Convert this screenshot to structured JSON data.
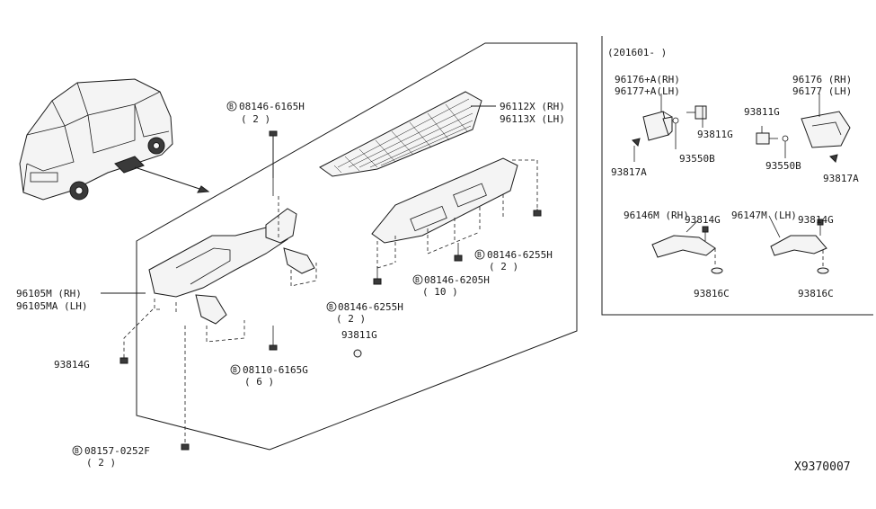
{
  "labels": {
    "p08146_6165H": "08146-6165H",
    "p08146_6165H_qty": "( 2 )",
    "p96112X": "96112X (RH)",
    "p96113X": "96113X (LH)",
    "p96105M": "96105M  (RH)",
    "p96105MA": "96105MA (LH)",
    "p93814G_left": "93814G",
    "p08146_6255H_right": "08146-6255H",
    "p08146_6255H_right_qty": "( 2 )",
    "p08146_6205H": "08146-6205H",
    "p08146_6205H_qty": "( 10 )",
    "p08146_6255H_mid": "08146-6255H",
    "p08146_6255H_mid_qty": "( 2 )",
    "p93811G_mid": "93811G",
    "p08110_6165G": "08110-6165G",
    "p08110_6165G_qty": "( 6 )",
    "p08157_0252F": "08157-0252F",
    "p08157_0252F_qty": "( 2 )",
    "inset_period": "(201601-       )",
    "p96176A": "96176+A(RH)",
    "p96177A": "96177+A(LH)",
    "p93811G_inset_l": "93811G",
    "p93550B_l": "93550B",
    "p93817A_l": "93817A",
    "p96176": "96176 (RH)",
    "p96177": "96177 (LH)",
    "p93811G_inset_r": "93811G",
    "p93550B_r": "93550B",
    "p93817A_r": "93817A",
    "p93814G_inset_l": "93814G",
    "p96146M": "96146M (RH)",
    "p93816C_l": "93816C",
    "p93814G_inset_r": "93814G",
    "p96147M": "96147M (LH)",
    "p93816C_r": "93816C",
    "diagram_id": "X9370007"
  },
  "icons": {
    "bolt_circle_letter": "B"
  }
}
